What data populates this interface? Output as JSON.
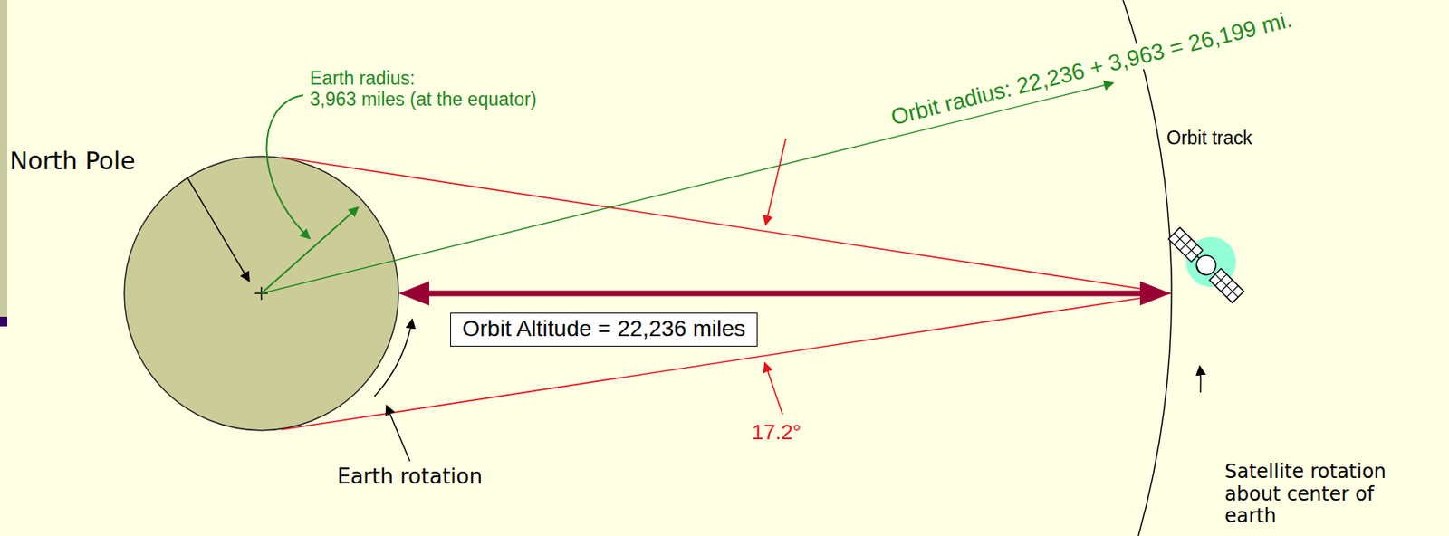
{
  "diagram": {
    "nodes": [
      {
        "text": [
          "Orbit Altitude = 22,236 miles"
        ]
      }
    ],
    "labels": [
      "North Pole",
      "Earth radius: 3,963 miles (at the equator)",
      "Orbit radius: 22,236 + 3,963 = 26,199 mi.",
      "Orbit track",
      "17.2°",
      "Earth rotation",
      "Satellite rotation about center of earth"
    ]
  }
}
